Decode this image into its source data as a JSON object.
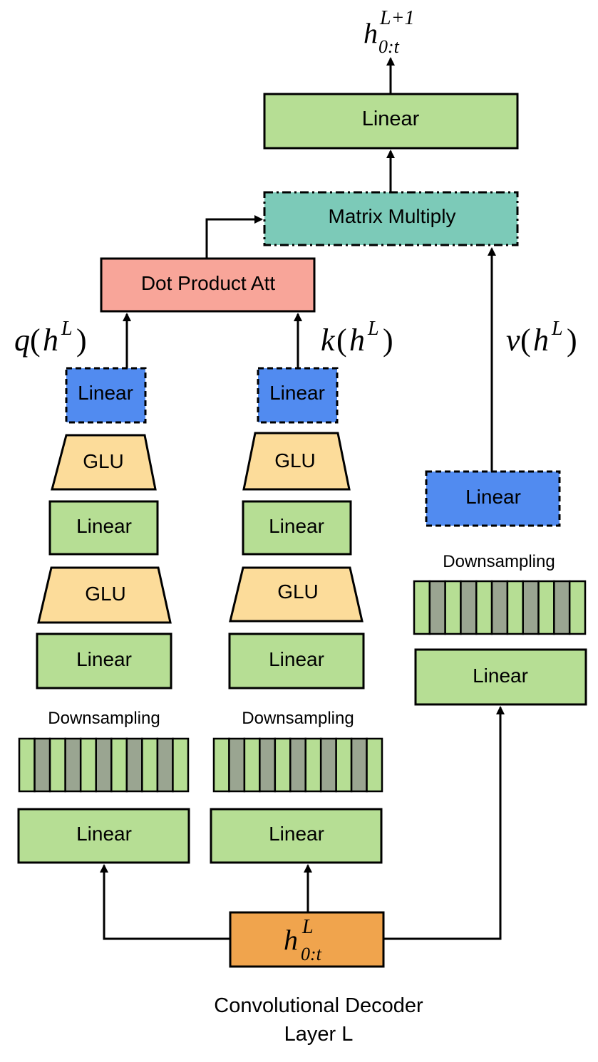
{
  "colors": {
    "green": "#b6de94",
    "blue": "#518bf0",
    "yellow": "#fcdc9a",
    "teal": "#7ccab8",
    "salmon": "#f8a599",
    "orange": "#f0a44d",
    "gray_bar": "#9aa591"
  },
  "labels": {
    "linear": "Linear",
    "glu": "GLU",
    "downsampling": "Downsampling",
    "matrix_multiply": "Matrix Multiply",
    "dot_product_att": "Dot Product Att",
    "caption_line1": "Convolutional Decoder",
    "caption_line2": "Layer L"
  },
  "math": {
    "h": "h",
    "out_sup": "L+1",
    "sub": "0:t",
    "in_sup": "L",
    "q": "q",
    "k": "k",
    "v": "v",
    "lparen": "(",
    "rparen": ")"
  }
}
